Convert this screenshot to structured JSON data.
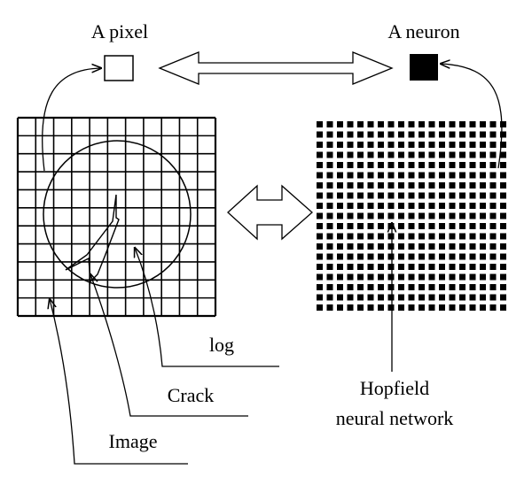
{
  "labels": {
    "pixel": "A pixel",
    "neuron": "A neuron",
    "log": "log",
    "crack": "Crack",
    "image": "Image",
    "network_line1": "Hopfield",
    "network_line2": "neural network"
  },
  "icons": {
    "pixel_to_neuron_arrow": "double-headed-arrow-horizontal",
    "image_to_network_arrow": "double-headed-arrow-horizontal"
  },
  "colors": {
    "ink": "#000000",
    "background": "#ffffff"
  }
}
